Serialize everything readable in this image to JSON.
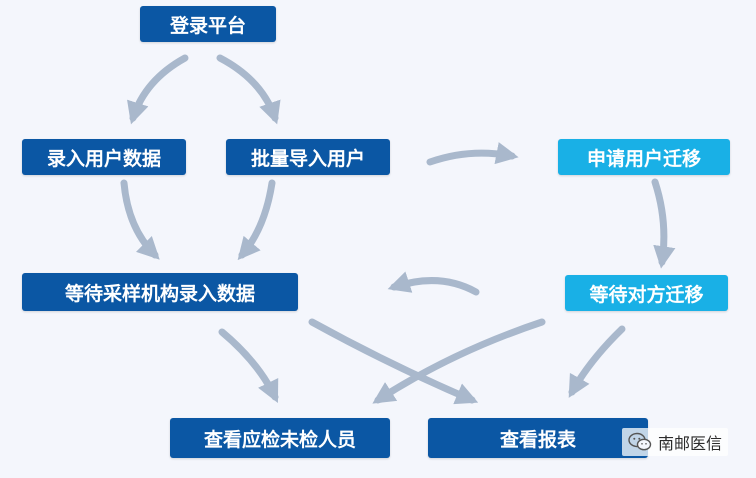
{
  "nodes": {
    "login": "登录平台",
    "manual_entry": "录入用户数据",
    "batch_import": "批量导入用户",
    "apply_migration": "申请用户迁移",
    "wait_lab_entry": "等待采样机构录入数据",
    "wait_migration": "等待对方迁移",
    "view_unchecked": "查看应检未检人员",
    "view_report": "查看报表"
  },
  "watermark": {
    "text": "南邮医信",
    "icon": "wechat-icon"
  },
  "colors": {
    "node_dark": "#0b57a4",
    "node_light": "#19b0e6",
    "arrow": "#a9b8cc",
    "background": "#f4f6fc"
  }
}
